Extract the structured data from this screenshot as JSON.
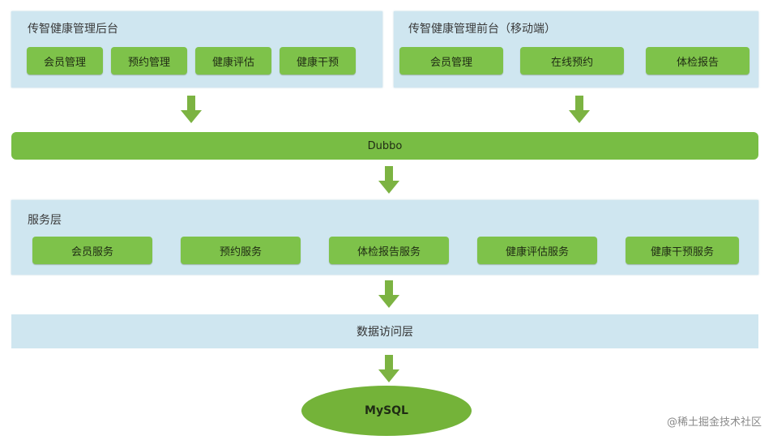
{
  "backend": {
    "title": "传智健康管理后台",
    "modules": [
      "会员管理",
      "预约管理",
      "健康评估",
      "健康干预"
    ]
  },
  "frontend": {
    "title": "传智健康管理前台（移动端）",
    "modules": [
      "会员管理",
      "在线预约",
      "体检报告"
    ]
  },
  "middleware": {
    "label": "Dubbo"
  },
  "service_layer": {
    "title": "服务层",
    "services": [
      "会员服务",
      "预约服务",
      "体检报告服务",
      "健康评估服务",
      "健康干预服务"
    ]
  },
  "data_access": {
    "label": "数据访问层"
  },
  "database": {
    "label": "MySQL"
  },
  "watermark": "@稀土掘金技术社区",
  "colors": {
    "panel": "#cfe6f0",
    "module": "#7ec24a",
    "arrow": "#7cb342",
    "database": "#74b339"
  },
  "icons": {
    "arrow": "arrow-down-icon"
  }
}
